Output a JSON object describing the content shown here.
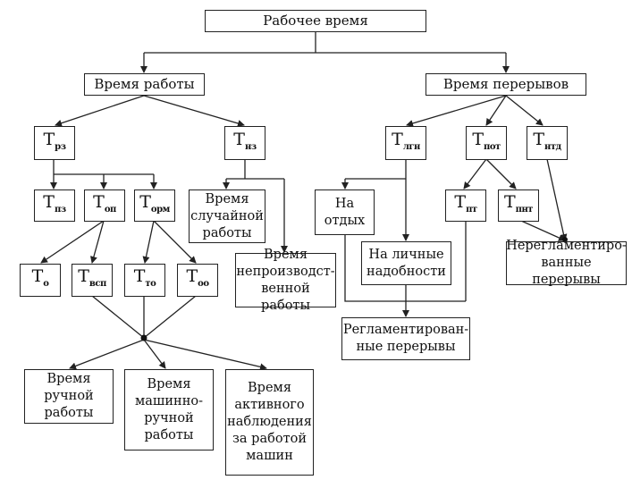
{
  "diagram": {
    "root": {
      "label": "Рабочее время"
    },
    "work_time": {
      "label": "Время работы"
    },
    "break_time": {
      "label": "Время перерывов"
    },
    "symbol_prefix": "Т",
    "nodes": {
      "t_rz": {
        "sub": "рз"
      },
      "t_nz": {
        "sub": "нз"
      },
      "t_pz": {
        "sub": "пз"
      },
      "t_op": {
        "sub": "оп"
      },
      "t_orm": {
        "sub": "орм"
      },
      "t_o": {
        "sub": "о"
      },
      "t_vsp": {
        "sub": "всп"
      },
      "t_to": {
        "sub": "то"
      },
      "t_oo": {
        "sub": "оо"
      },
      "t_lgn": {
        "sub": "лгн"
      },
      "t_pot": {
        "sub": "пот"
      },
      "t_ntd": {
        "sub": "нтд"
      },
      "t_pt": {
        "sub": "пт"
      },
      "t_pnt": {
        "sub": "пнт"
      }
    },
    "random_work": {
      "label": "Время\nслучайной\nработы"
    },
    "unproductive_work": {
      "label": "Время\nнепроизводст-\nвенной работы"
    },
    "manual_work": {
      "label": "Время\nручной\nработы"
    },
    "machine_manual_work": {
      "label": "Время\nмашинно-\nручной\nработы"
    },
    "active_observation": {
      "label": "Время\nактивного\nнаблюдения\nза работой\nмашин"
    },
    "rest": {
      "label": "На\nотдых"
    },
    "personal_needs": {
      "label": "На личные\nнадобности"
    },
    "regulated_breaks": {
      "label": "Регламентирован-\nные перерывы"
    },
    "unregulated_breaks": {
      "label": "Нерегламентиро-\nванные перерывы"
    },
    "line_color": "#222222"
  }
}
